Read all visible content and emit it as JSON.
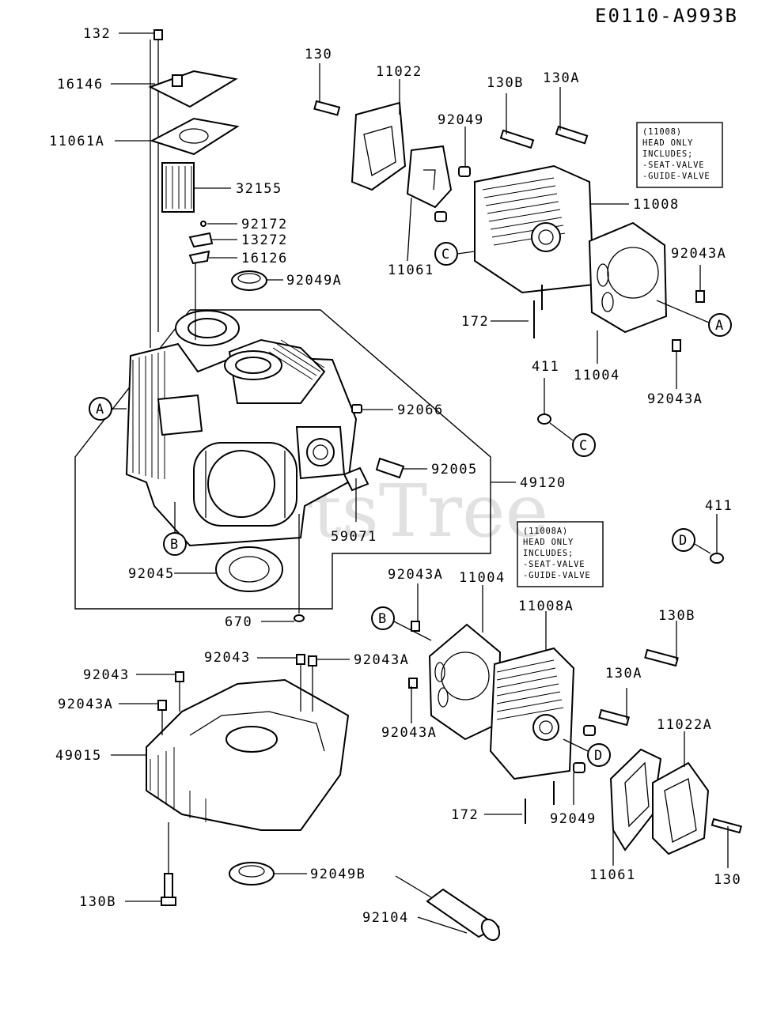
{
  "diagram_code": "E0110-A993B",
  "watermark": "PartsTree",
  "callouts": {
    "A": "A",
    "B": "B",
    "C": "C",
    "D": "D"
  },
  "notes": [
    {
      "lines": [
        "(11008)",
        "HEAD ONLY",
        "INCLUDES;",
        "-SEAT-VALVE",
        "-GUIDE-VALVE"
      ]
    },
    {
      "lines": [
        "(11008A)",
        "HEAD ONLY",
        "INCLUDES;",
        "-SEAT-VALVE",
        "-GUIDE-VALVE"
      ]
    }
  ],
  "part_labels": {
    "p132": "132",
    "p16146": "16146",
    "p11061A": "11061A",
    "p32155": "32155",
    "p92172": "92172",
    "p13272": "13272",
    "p16126": "16126",
    "p92049A": "92049A",
    "p92066": "92066",
    "p92005": "92005",
    "p49120": "49120",
    "p59071": "59071",
    "p92045": "92045",
    "p670": "670",
    "p130_top": "130",
    "p11022": "11022",
    "p130B_top": "130B",
    "p130A_top": "130A",
    "p92049_top": "92049",
    "p11008": "11008",
    "p92043A_r1": "92043A",
    "p11061_top": "11061",
    "p172_top": "172",
    "p411_top": "411",
    "p11004_top": "11004",
    "p92043A_r2": "92043A",
    "p411_right": "411",
    "p92043A_mid": "92043A",
    "p11004_mid": "11004",
    "p11008A": "11008A",
    "p130B_bot": "130B",
    "p92043_l1": "92043",
    "p92043A_l1": "92043A",
    "p92043_l2": "92043",
    "p92043A_l2": "92043A",
    "p49015": "49015",
    "p130A_bot": "130A",
    "p11022A": "11022A",
    "p92043A_bot": "92043A",
    "p172_bot": "172",
    "p92049_bot": "92049",
    "p11061_bot": "11061",
    "p130_bot": "130",
    "p92049B": "92049B",
    "p130B_left": "130B",
    "p92104": "92104"
  }
}
